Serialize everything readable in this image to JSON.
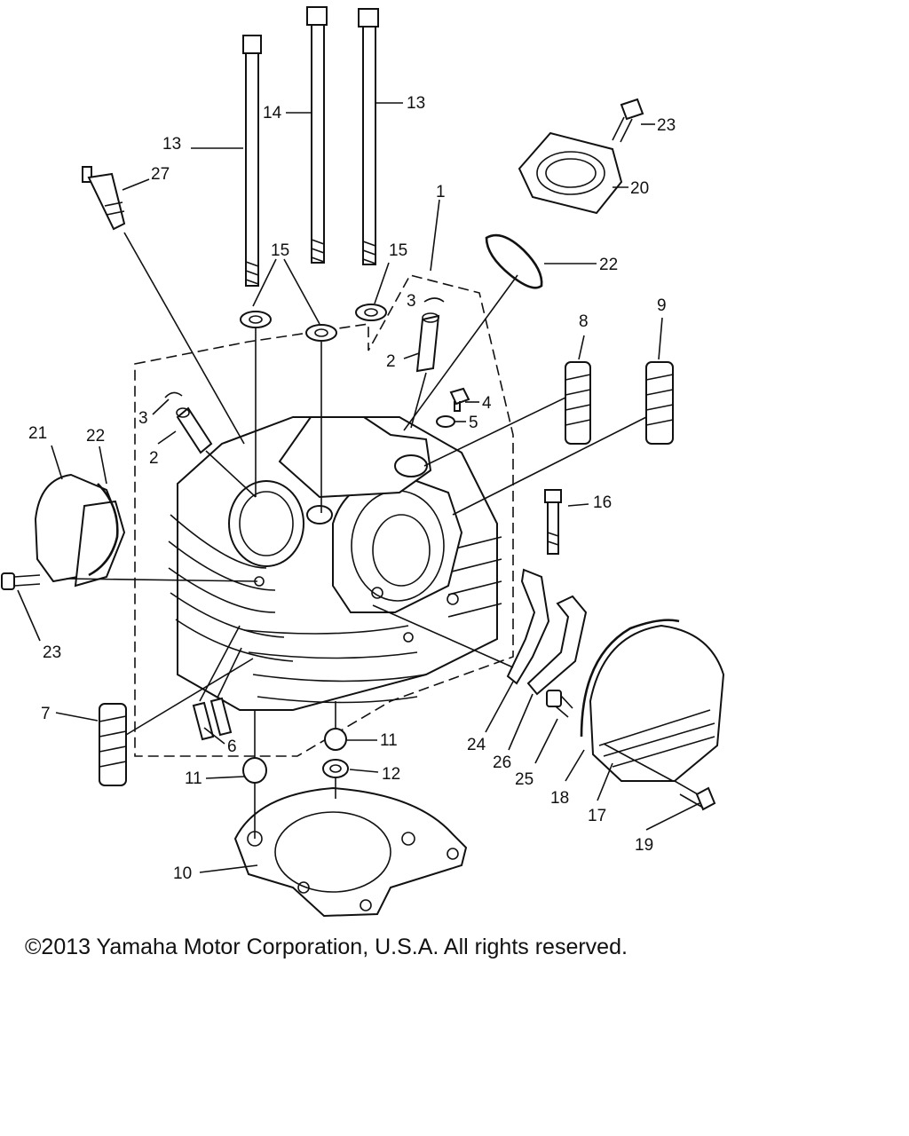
{
  "callouts": {
    "c1": "1",
    "c2a": "2",
    "c2b": "2",
    "c3a": "3",
    "c3b": "3",
    "c4": "4",
    "c5": "5",
    "c6": "6",
    "c7": "7",
    "c8": "8",
    "c9": "9",
    "c10": "10",
    "c11a": "11",
    "c11b": "11",
    "c12": "12",
    "c13a": "13",
    "c13b": "13",
    "c14": "14",
    "c15a": "15",
    "c15b": "15",
    "c16": "16",
    "c17": "17",
    "c18": "18",
    "c19": "19",
    "c20": "20",
    "c21": "21",
    "c22a": "22",
    "c22b": "22",
    "c23a": "23",
    "c23b": "23",
    "c24": "24",
    "c25": "25",
    "c26": "26",
    "c27": "27"
  },
  "copyright": "©2013 Yamaha Motor Corporation, U.S.A. All rights reserved."
}
